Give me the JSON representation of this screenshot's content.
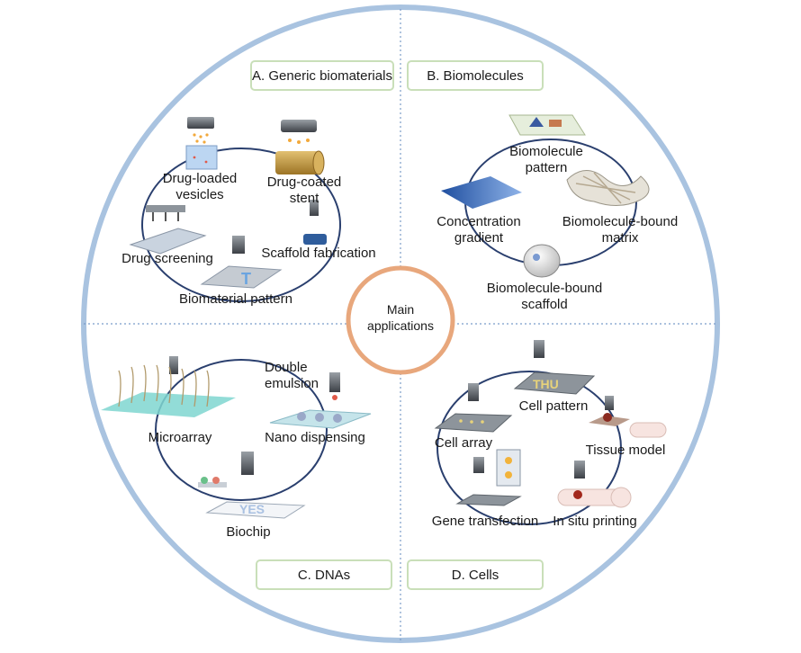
{
  "center": {
    "line1": "Main",
    "line2": "applications"
  },
  "quadrants": {
    "a": {
      "title": "A. Generic biomaterials",
      "items": {
        "drug_loaded": [
          "Drug-loaded",
          "vesicles"
        ],
        "drug_coated": [
          "Drug-coated",
          "stent"
        ],
        "drug_screening": "Drug screening",
        "scaffold_fabrication": "Scaffold fabrication",
        "biomaterial_pattern": "Biomaterial pattern"
      }
    },
    "b": {
      "title": "B. Biomolecules",
      "items": {
        "biomolecule_pattern": [
          "Biomolecule",
          "pattern"
        ],
        "concentration_gradient": [
          "Concentration",
          "gradient"
        ],
        "bound_matrix": [
          "Biomolecule-bound",
          "matrix"
        ],
        "bound_scaffold": [
          "Biomolecule-bound",
          "scaffold"
        ]
      }
    },
    "c": {
      "title": "C. DNAs",
      "items": {
        "double_emulsion": [
          "Double",
          "emulsion"
        ],
        "microarray": "Microarray",
        "nano_dispensing": "Nano dispensing",
        "biochip": "Biochip",
        "chip_text": "YES"
      }
    },
    "d": {
      "title": "D. Cells",
      "items": {
        "cell_pattern": "Cell pattern",
        "cell_array": "Cell array",
        "tissue_model": "Tissue model",
        "gene_transfection": "Gene transfection",
        "in_situ_printing": "In situ printing",
        "chip_text": "THU"
      }
    }
  },
  "colors": {
    "outer_circle": "#a9c3e0",
    "center_circle": "#e8a77c",
    "cycle_arrow": "#2a3f6e",
    "label_border": "#c9dfb9",
    "divider": "#7b9cc9"
  }
}
